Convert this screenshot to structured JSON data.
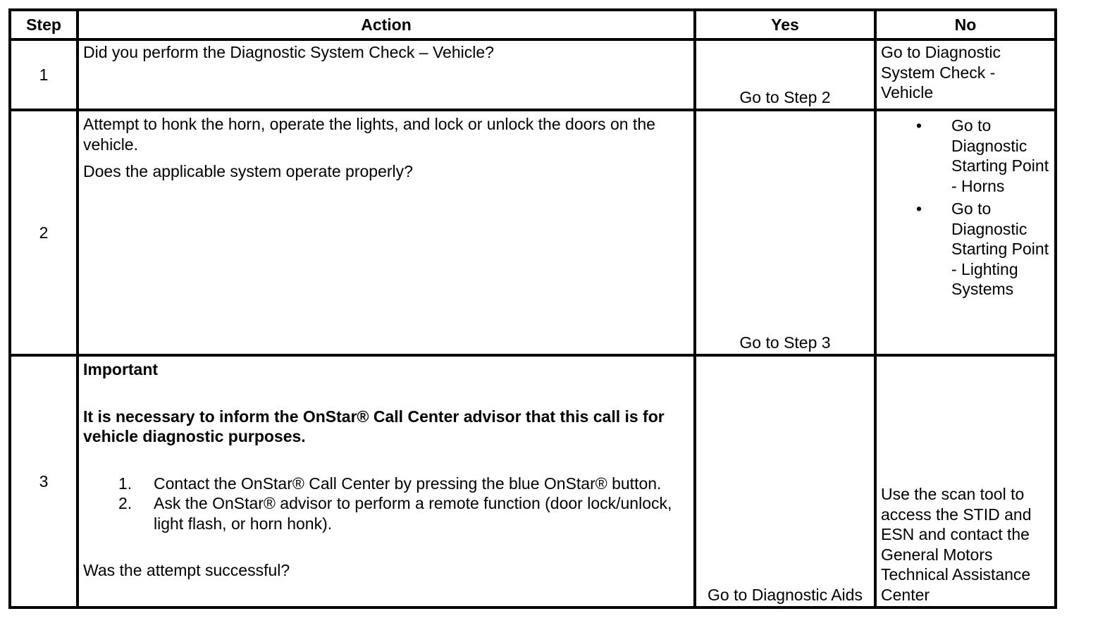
{
  "headers": {
    "step": "Step",
    "action": "Action",
    "yes": "Yes",
    "no": "No"
  },
  "rows": [
    {
      "step": "1",
      "action": "Did you perform the Diagnostic System Check – Vehicle?",
      "yes": "Go to Step 2",
      "no": "Go to Diagnostic System Check - Vehicle"
    },
    {
      "step": "2",
      "action_line1": "Attempt to honk the horn, operate the lights, and lock or unlock the doors on the vehicle.",
      "action_question": "Does the applicable system operate properly?",
      "yes": "Go to Step 3",
      "no_bullets": [
        "Go to Diagnostic Starting Point - Horns",
        "Go to Diagnostic Starting Point - Lighting Systems"
      ],
      "bullet_glyph": "•"
    },
    {
      "step": "3",
      "important_label": "Important",
      "important_text": "It is necessary to inform the OnStar® Call Center advisor that this call is for vehicle diagnostic purposes.",
      "steps": [
        {
          "num": "1.",
          "text": "Contact the OnStar® Call Center by pressing the blue OnStar® button."
        },
        {
          "num": "2.",
          "text": "Ask the OnStar® advisor to perform a remote function (door lock/unlock, light flash, or horn honk)."
        }
      ],
      "action_question": "Was the attempt successful?",
      "yes": "Go to Diagnostic Aids",
      "no": "Use the scan tool to access the STID and ESN and contact the General Motors Technical Assistance Center"
    }
  ]
}
